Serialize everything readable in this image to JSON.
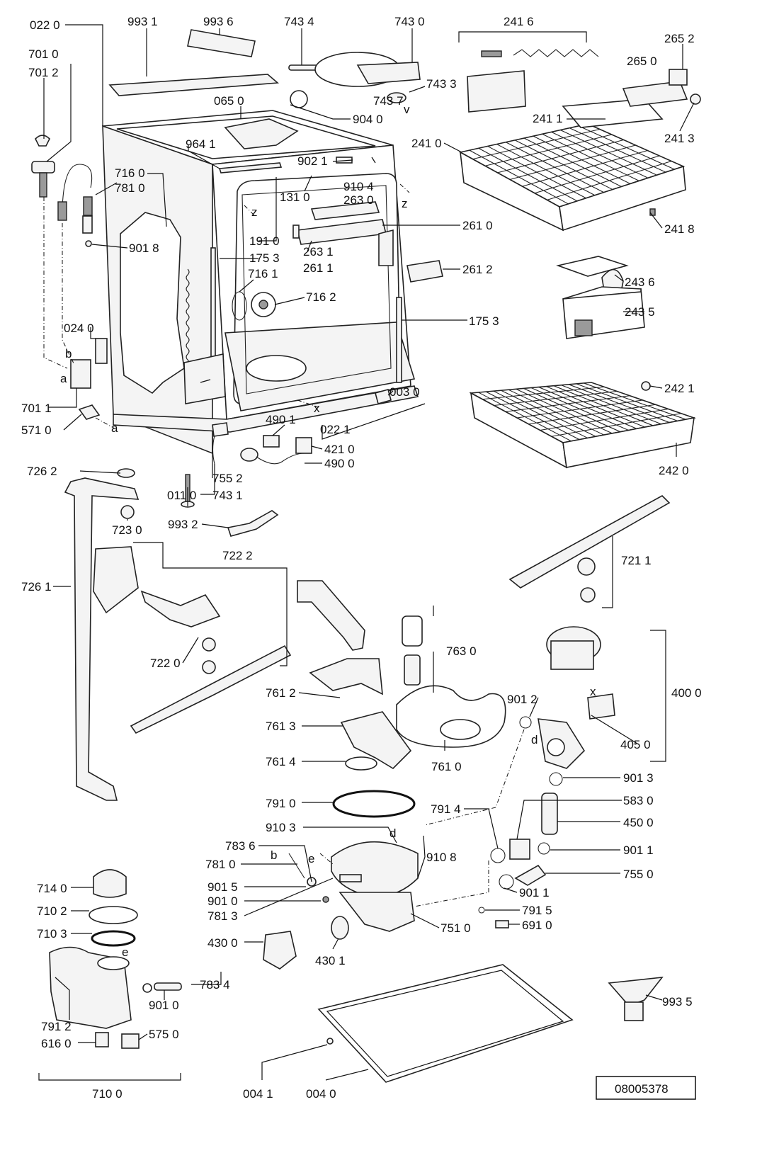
{
  "drawing_number": "08005378",
  "callouts": [
    {
      "id": "c0220",
      "text": "022 0"
    },
    {
      "id": "c9931",
      "text": "993 1"
    },
    {
      "id": "c9936",
      "text": "993 6"
    },
    {
      "id": "c7434",
      "text": "743 4"
    },
    {
      "id": "c7430",
      "text": "743 0"
    },
    {
      "id": "c2416",
      "text": "241 6"
    },
    {
      "id": "c2652",
      "text": "265 2"
    },
    {
      "id": "c2650",
      "text": "265 0"
    },
    {
      "id": "c7010",
      "text": "701 0"
    },
    {
      "id": "c7012",
      "text": "701 2"
    },
    {
      "id": "c7437",
      "text": "743 7"
    },
    {
      "id": "c7433",
      "text": "743 3"
    },
    {
      "id": "c0650",
      "text": "065 0"
    },
    {
      "id": "c9040",
      "text": "904 0"
    },
    {
      "id": "c2411",
      "text": "241 1"
    },
    {
      "id": "c2413",
      "text": "241 3"
    },
    {
      "id": "c2410",
      "text": "241 0"
    },
    {
      "id": "c9641",
      "text": "964 1"
    },
    {
      "id": "c9021",
      "text": "902 1"
    },
    {
      "id": "c7160",
      "text": "716 0"
    },
    {
      "id": "c7810",
      "text": "781 0"
    },
    {
      "id": "c9104",
      "text": "910 4"
    },
    {
      "id": "c1310",
      "text": "131 0"
    },
    {
      "id": "c2630",
      "text": "263 0"
    },
    {
      "id": "c2418",
      "text": "241 8"
    },
    {
      "id": "c2610",
      "text": "261 0"
    },
    {
      "id": "c9018",
      "text": "901 8"
    },
    {
      "id": "c1910",
      "text": "191 0"
    },
    {
      "id": "c1753a",
      "text": "175 3"
    },
    {
      "id": "c2631",
      "text": "263 1"
    },
    {
      "id": "c2611",
      "text": "261 1"
    },
    {
      "id": "c2612",
      "text": "261 2"
    },
    {
      "id": "c7161",
      "text": "716 1"
    },
    {
      "id": "c2436",
      "text": "243 6"
    },
    {
      "id": "c7162",
      "text": "716 2"
    },
    {
      "id": "c2435",
      "text": "243 5"
    },
    {
      "id": "c1753b",
      "text": "175 3"
    },
    {
      "id": "c0240",
      "text": "024 0"
    },
    {
      "id": "c0030",
      "text": "003 0"
    },
    {
      "id": "c2421",
      "text": "242 1"
    },
    {
      "id": "c7011",
      "text": "701 1"
    },
    {
      "id": "c5710",
      "text": "571 0"
    },
    {
      "id": "c4901a",
      "text": "490 1"
    },
    {
      "id": "c0221",
      "text": "022 1"
    },
    {
      "id": "c4210",
      "text": "421 0"
    },
    {
      "id": "c4900",
      "text": "490 0"
    },
    {
      "id": "c7262",
      "text": "726 2"
    },
    {
      "id": "c2420",
      "text": "242 0"
    },
    {
      "id": "c7552",
      "text": "755 2"
    },
    {
      "id": "c0110",
      "text": "011 0"
    },
    {
      "id": "c7431",
      "text": "743 1"
    },
    {
      "id": "c7230",
      "text": "723 0"
    },
    {
      "id": "c9932",
      "text": "993 2"
    },
    {
      "id": "c7222",
      "text": "722 2"
    },
    {
      "id": "c7211",
      "text": "721 1"
    },
    {
      "id": "c7261",
      "text": "726 1"
    },
    {
      "id": "c7630",
      "text": "763 0"
    },
    {
      "id": "c7220",
      "text": "722 0"
    },
    {
      "id": "c7612",
      "text": "761 2"
    },
    {
      "id": "c4000",
      "text": "400 0"
    },
    {
      "id": "c9012",
      "text": "901 2"
    },
    {
      "id": "c7613",
      "text": "761 3"
    },
    {
      "id": "c4050",
      "text": "405 0"
    },
    {
      "id": "c7614",
      "text": "761 4"
    },
    {
      "id": "c7610",
      "text": "761 0"
    },
    {
      "id": "c9013",
      "text": "901 3"
    },
    {
      "id": "c7910",
      "text": "791 0"
    },
    {
      "id": "c7914",
      "text": "791 4"
    },
    {
      "id": "c5830",
      "text": "583 0"
    },
    {
      "id": "c9103",
      "text": "910 3"
    },
    {
      "id": "c4500",
      "text": "450 0"
    },
    {
      "id": "c7836",
      "text": "783 6"
    },
    {
      "id": "c9108",
      "text": "910 8"
    },
    {
      "id": "c9011a",
      "text": "901 1"
    },
    {
      "id": "c7810b",
      "text": "781 0"
    },
    {
      "id": "c7550",
      "text": "755 0"
    },
    {
      "id": "c9015",
      "text": "901 5"
    },
    {
      "id": "c7140",
      "text": "714 0"
    },
    {
      "id": "c9010a",
      "text": "901 0"
    },
    {
      "id": "c9011b",
      "text": "901 1"
    },
    {
      "id": "c7102",
      "text": "710 2"
    },
    {
      "id": "c7813",
      "text": "781 3"
    },
    {
      "id": "c7915",
      "text": "791 5"
    },
    {
      "id": "c7510",
      "text": "751 0"
    },
    {
      "id": "c6910",
      "text": "691 0"
    },
    {
      "id": "c7103",
      "text": "710 3"
    },
    {
      "id": "c4300",
      "text": "430 0"
    },
    {
      "id": "c4301",
      "text": "430 1"
    },
    {
      "id": "c7834",
      "text": "783 4"
    },
    {
      "id": "c9935",
      "text": "993 5"
    },
    {
      "id": "c9010b",
      "text": "901 0"
    },
    {
      "id": "c7912",
      "text": "791 2"
    },
    {
      "id": "c5750",
      "text": "575 0"
    },
    {
      "id": "c6160",
      "text": "616 0"
    },
    {
      "id": "c7100",
      "text": "710 0"
    },
    {
      "id": "c0041",
      "text": "004 1"
    },
    {
      "id": "c0040",
      "text": "004 0"
    }
  ],
  "markers": [
    {
      "id": "mz1",
      "text": "z"
    },
    {
      "id": "mz2",
      "text": "z"
    },
    {
      "id": "mv",
      "text": "v"
    },
    {
      "id": "mb1",
      "text": "b"
    },
    {
      "id": "ma1",
      "text": "a"
    },
    {
      "id": "ma2",
      "text": "a"
    },
    {
      "id": "mx1",
      "text": "x"
    },
    {
      "id": "mx2",
      "text": "x"
    },
    {
      "id": "md1",
      "text": "d"
    },
    {
      "id": "md2",
      "text": "d"
    },
    {
      "id": "me1",
      "text": "e"
    },
    {
      "id": "mb2",
      "text": "b"
    },
    {
      "id": "me2",
      "text": "e"
    }
  ]
}
